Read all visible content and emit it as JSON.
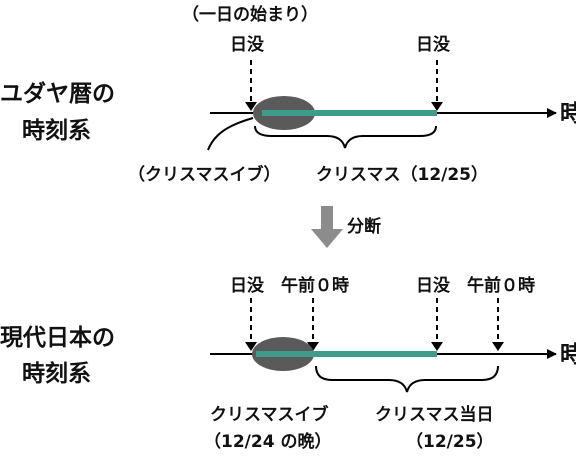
{
  "colors": {
    "axis": "#000000",
    "green": "#3f9b8a",
    "ellipse": "#5a5a5a",
    "arrow_gray": "#8c8c8c"
  },
  "top": {
    "annotation": "（一日の始まり）",
    "label_sunset_left": "日没",
    "label_sunset_right": "日没",
    "system_line1": "ユダヤ暦の",
    "system_line2": "時刻系",
    "axis_label": "時",
    "eve_label": "（クリスマスイブ）",
    "christmas_label": "クリスマス（12/25）"
  },
  "transition": {
    "label": "分断"
  },
  "bottom": {
    "label_sunset_left": "日没",
    "label_midnight_left": "午前０時",
    "label_sunset_right": "日没",
    "label_midnight_right": "午前０時",
    "system_line1": "現代日本の",
    "system_line2": "時刻系",
    "axis_label": "時",
    "eve_line1": "クリスマスイブ",
    "eve_line2": "（12/24 の晩）",
    "christmas_line1": "クリスマス当日",
    "christmas_line2": "（12/25）"
  }
}
